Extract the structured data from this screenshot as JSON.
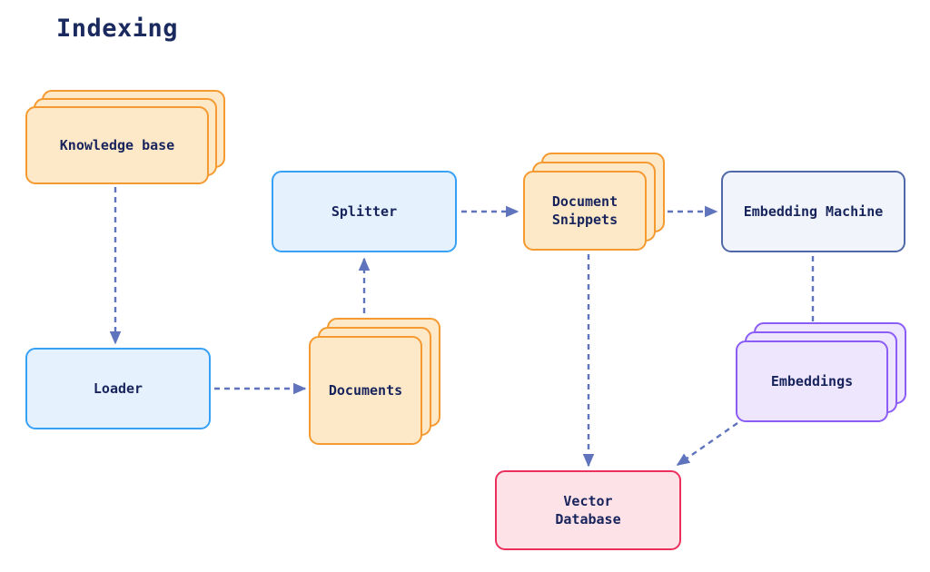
{
  "diagram": {
    "title": "Indexing",
    "colors": {
      "background": "#ffffff",
      "title_text": "#1b2a5e",
      "node_text": "#18245c",
      "edge": "#5f74bd",
      "orange_border": "#f59a31",
      "orange_fill": "#fde8c8",
      "blue_border": "#37a1f5",
      "blue_fill": "#e5f1fd",
      "slate_border": "#5068a8",
      "slate_fill": "#f1f5fb",
      "purple_border": "#8b5cf6",
      "purple_fill": "#eee6fc",
      "pink_border": "#ec2f5c",
      "pink_fill": "#fde2e8"
    },
    "nodes": [
      {
        "id": "knowledge-base",
        "label": "Knowledge base",
        "shape": "stack",
        "style": "orange"
      },
      {
        "id": "loader",
        "label": "Loader",
        "shape": "box",
        "style": "blue"
      },
      {
        "id": "documents",
        "label": "Documents",
        "shape": "stack",
        "style": "orange"
      },
      {
        "id": "splitter",
        "label": "Splitter",
        "shape": "box",
        "style": "blue"
      },
      {
        "id": "document-snippets",
        "label": "Document\nSnippets",
        "shape": "stack",
        "style": "orange"
      },
      {
        "id": "embedding-machine",
        "label": "Embedding Machine",
        "shape": "box",
        "style": "slate"
      },
      {
        "id": "embeddings",
        "label": "Embeddings",
        "shape": "stack",
        "style": "purple"
      },
      {
        "id": "vector-database",
        "label": "Vector\nDatabase",
        "shape": "box",
        "style": "pink"
      }
    ],
    "edges": [
      {
        "from": "knowledge-base",
        "to": "loader",
        "style": "dashed"
      },
      {
        "from": "loader",
        "to": "documents",
        "style": "dashed"
      },
      {
        "from": "documents",
        "to": "splitter",
        "style": "dashed"
      },
      {
        "from": "splitter",
        "to": "document-snippets",
        "style": "dashed"
      },
      {
        "from": "document-snippets",
        "to": "embedding-machine",
        "style": "dashed"
      },
      {
        "from": "document-snippets",
        "to": "vector-database",
        "style": "dashed"
      },
      {
        "from": "embedding-machine",
        "to": "embeddings",
        "style": "dashed"
      },
      {
        "from": "embeddings",
        "to": "vector-database",
        "style": "dashed"
      }
    ]
  }
}
